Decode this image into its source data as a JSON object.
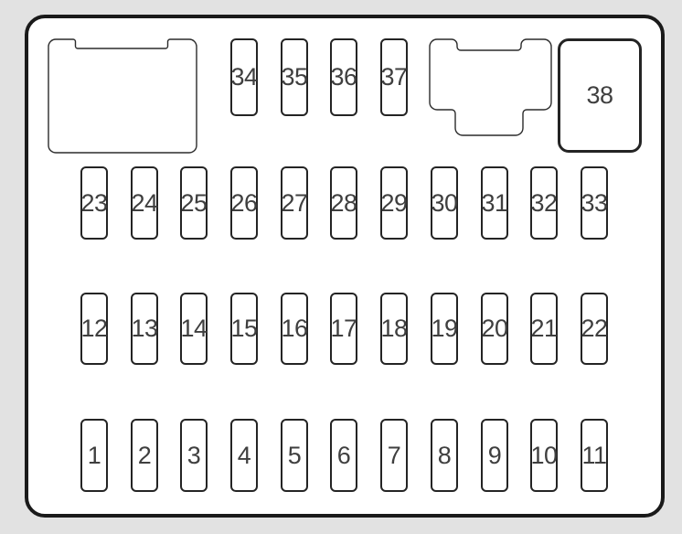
{
  "colors": {
    "page_bg": "#e2e2e2",
    "panel_bg": "#ffffff",
    "frame_line": "#1a1a1a",
    "fuse_line": "#242424",
    "outline_line": "#2b2b2b",
    "number_text": "#3f3f3f"
  },
  "fusebox": {
    "top_small_fuses": [
      "34",
      "35",
      "36",
      "37"
    ],
    "large_fuse": "38",
    "upper_row": [
      "23",
      "24",
      "25",
      "26",
      "27",
      "28",
      "29",
      "30",
      "31",
      "32",
      "33"
    ],
    "middle_row": [
      "12",
      "13",
      "14",
      "15",
      "16",
      "17",
      "18",
      "19",
      "20",
      "21",
      "22"
    ],
    "bottom_row": [
      "1",
      "2",
      "3",
      "4",
      "5",
      "6",
      "7",
      "8",
      "9",
      "10",
      "11"
    ]
  }
}
